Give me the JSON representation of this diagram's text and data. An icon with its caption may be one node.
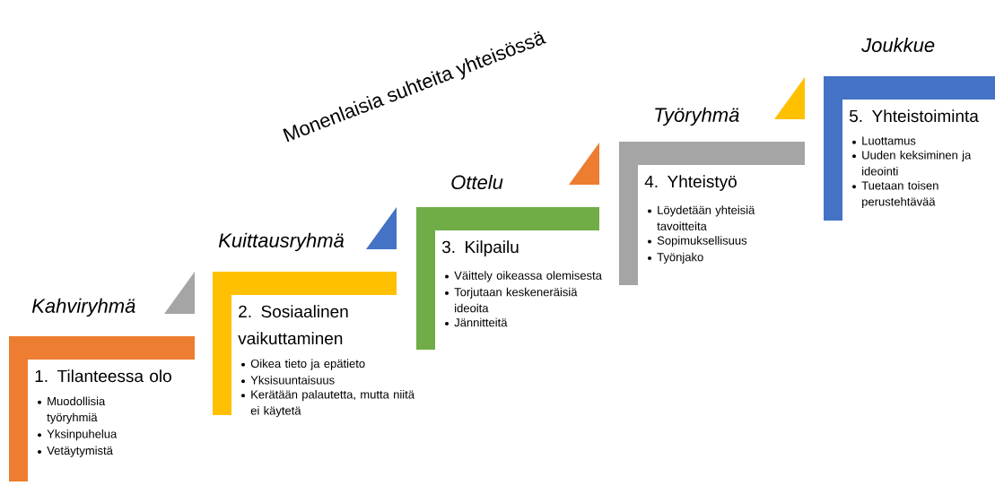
{
  "diagram": {
    "title": "Monenlaisia suhteita yhteisössä",
    "nodes": [
      {
        "text": [
          "Kahviryhmä",
          "1. Tilanteessa olo",
          "Muodollisia työryhmiä",
          "Yksinpuhelua",
          "Vetäytymistä"
        ]
      },
      {
        "text": [
          "Kuittausryhmä",
          "2. Sosiaalinen vaikuttaminen",
          "Oikea tieto ja epätieto",
          "Yksisuuntaisuus",
          "Kerätään palautetta, mutta niitä ei käytetä"
        ]
      },
      {
        "text": [
          "Ottelu",
          "3. Kilpailu",
          "Väittely oikeassa olemisesta",
          "Torjutaan keskeneräisiä ideoita",
          "Jännitteitä"
        ]
      },
      {
        "text": [
          "Työryhmä",
          "4. Yhteistyö",
          "Löydetään yhteisiä tavoitteita",
          "Sopimuksellisuus",
          "Työnjako"
        ]
      },
      {
        "text": [
          "Joukkue",
          "5. Yhteistoiminta",
          "Luottamus",
          "Uuden keksiminen ja ideointi",
          "Tuetaan toisen perustehtävää"
        ]
      }
    ]
  }
}
